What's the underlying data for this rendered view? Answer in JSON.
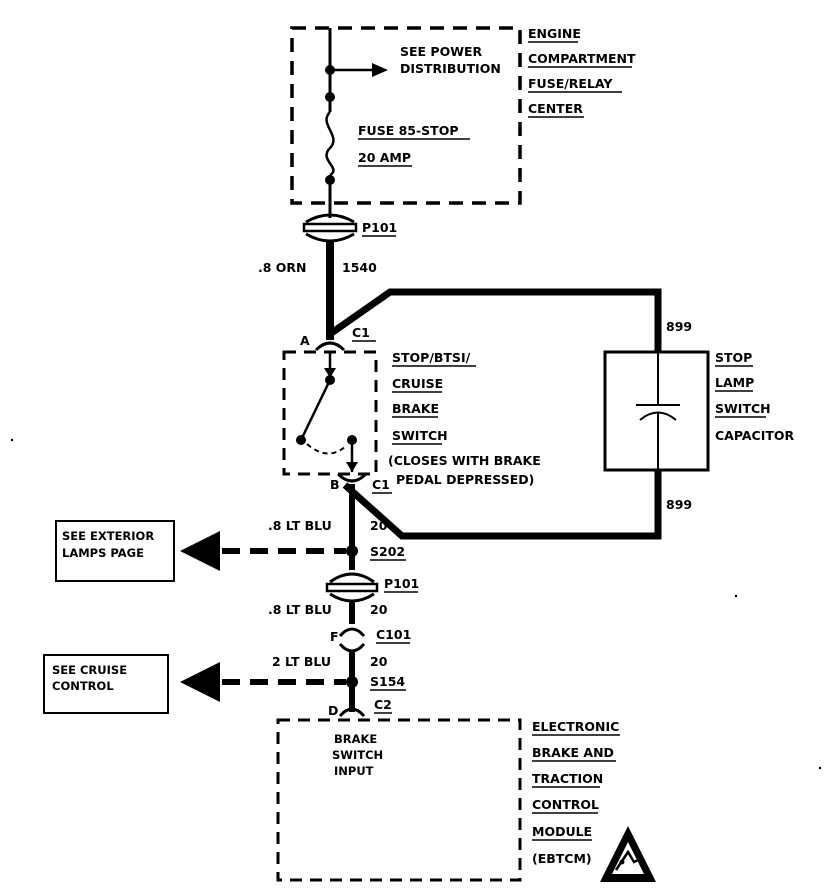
{
  "fuse_center": {
    "label_lines": [
      "ENGINE",
      "COMPARTMENT",
      "FUSE/RELAY",
      "CENTER"
    ],
    "power_ref_lines": [
      "SEE POWER",
      "DISTRIBUTION"
    ],
    "fuse_lines": [
      "FUSE 85-STOP",
      "20 AMP"
    ]
  },
  "connectors": {
    "p101_top": "P101",
    "p101_bottom": "P101",
    "c1_top": "C1",
    "c1_top_pin": "A",
    "c1_bottom": "C1",
    "c1_bottom_pin": "B",
    "c101": "C101",
    "c101_pin": "F",
    "c2": "C2",
    "c2_pin": "D"
  },
  "wires": {
    "orn_gauge": ".8 ORN",
    "orn_circuit": "1540",
    "cap_circuit_top": "899",
    "cap_circuit_bottom": "899",
    "ltblu1_gauge": ".8 LT BLU",
    "ltblu1_circuit": "20",
    "ltblu2_gauge": ".8 LT BLU",
    "ltblu2_circuit": "20",
    "ltblu3_gauge": "2 LT BLU",
    "ltblu3_circuit": "20"
  },
  "splices": {
    "s202": "S202",
    "s154": "S154"
  },
  "brake_switch": {
    "label_lines": [
      "STOP/BTSI/",
      "CRUISE",
      "BRAKE",
      "SWITCH"
    ],
    "note_lines": [
      "(CLOSES WITH BRAKE",
      "PEDAL DEPRESSED)"
    ]
  },
  "capacitor": {
    "label_lines": [
      "STOP",
      "LAMP",
      "SWITCH",
      "CAPACITOR"
    ]
  },
  "refs": {
    "exterior_lamps_lines": [
      "SEE EXTERIOR",
      "LAMPS PAGE"
    ],
    "cruise_control_lines": [
      "SEE CRUISE",
      "CONTROL"
    ]
  },
  "ebtcm": {
    "label_lines": [
      "ELECTRONIC",
      "BRAKE AND",
      "TRACTION",
      "CONTROL",
      "MODULE",
      "(EBTCM)"
    ],
    "input_lines": [
      "BRAKE",
      "SWITCH",
      "INPUT"
    ]
  }
}
